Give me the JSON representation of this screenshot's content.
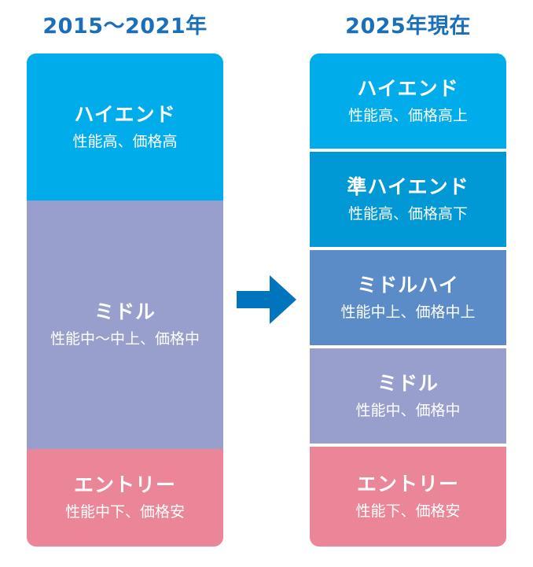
{
  "colors": {
    "title": "#1a6fb8",
    "high_end": "#00adea",
    "semi_high_end": "#0099d6",
    "middle_high": "#5b8cc8",
    "middle": "#999fcd",
    "entry": "#ea8697",
    "arrow": "#0074bd"
  },
  "left": {
    "title": "2015～2021年",
    "segments": [
      {
        "name": "ハイエンド",
        "desc": "性能高、価格高",
        "color": "#00adea"
      },
      {
        "name": "ミドル",
        "desc": "性能中～中上、価格中",
        "color": "#999fcd"
      },
      {
        "name": "エントリー",
        "desc": "性能中下、価格安",
        "color": "#ea8697"
      }
    ]
  },
  "arrow": {
    "icon": "right-arrow-icon"
  },
  "right": {
    "title": "2025年現在",
    "segments": [
      {
        "name": "ハイエンド",
        "desc": "性能高、価格高上",
        "color": "#00adea"
      },
      {
        "name": "準ハイエンド",
        "desc": "性能高、価格高下",
        "color": "#0099d6"
      },
      {
        "name": "ミドルハイ",
        "desc": "性能中上、価格中上",
        "color": "#5b8cc8"
      },
      {
        "name": "ミドル",
        "desc": "性能中、価格中",
        "color": "#999fcd"
      },
      {
        "name": "エントリー",
        "desc": "性能下、価格安",
        "color": "#ea8697"
      }
    ]
  }
}
